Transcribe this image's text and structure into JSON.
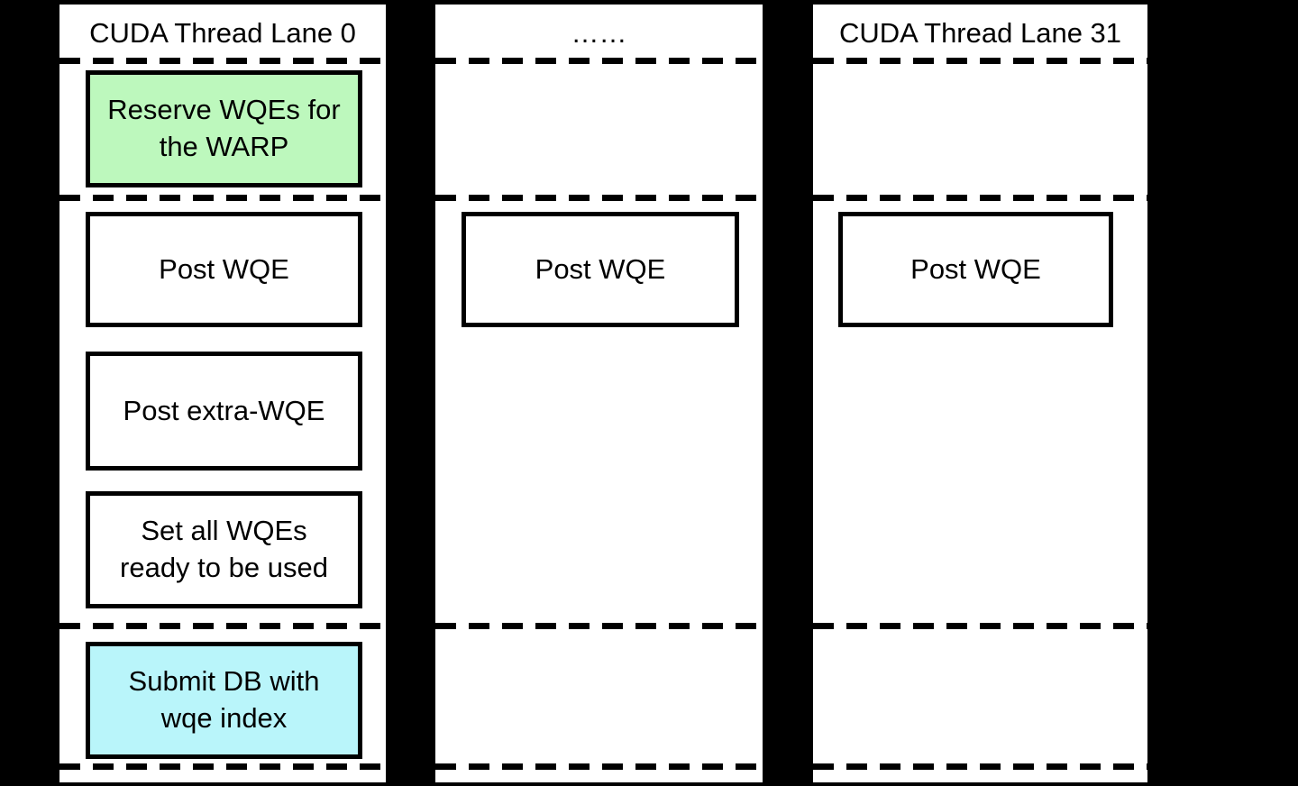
{
  "diagram": {
    "background": "#000000",
    "lane_background": "#ffffff",
    "line_color": "#000000",
    "step_fill_green": "#bdf8bd",
    "step_fill_cyan": "#b9f5fa",
    "lanes": [
      {
        "title": "CUDA Thread Lane 0",
        "steps": [
          {
            "label": "Reserve WQEs for\nthe WARP",
            "fill": "#bdf8bd"
          },
          {
            "label": "Post WQE",
            "fill": "#ffffff"
          },
          {
            "label": "Post extra-WQE",
            "fill": "#ffffff"
          },
          {
            "label": "Set all WQEs\nready to be used",
            "fill": "#ffffff"
          },
          {
            "label": "Submit DB with\nwqe index",
            "fill": "#b9f5fa"
          }
        ]
      },
      {
        "title": "……",
        "steps": [
          {
            "label": "Post WQE",
            "fill": "#ffffff"
          }
        ]
      },
      {
        "title": "CUDA Thread Lane 31",
        "steps": [
          {
            "label": "Post WQE",
            "fill": "#ffffff"
          }
        ]
      }
    ]
  }
}
